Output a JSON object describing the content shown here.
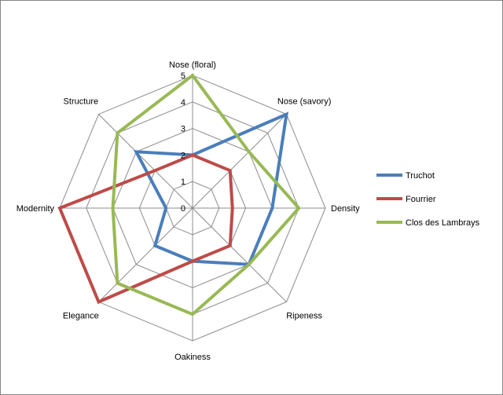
{
  "chart_data": {
    "type": "radar",
    "axes": [
      "Nose (floral)",
      "Nose (savory)",
      "Density",
      "Ripeness",
      "Oakiness",
      "Elegance",
      "Modernity",
      "Structure"
    ],
    "rlim": [
      0,
      5
    ],
    "ticks": [
      "0",
      "1",
      "2",
      "3",
      "4",
      "5"
    ],
    "grid": true,
    "legend_position": "right",
    "series": [
      {
        "name": "Truchot",
        "color": "#4A7EBB",
        "values": [
          2,
          5,
          3,
          3,
          2,
          2,
          1,
          3
        ]
      },
      {
        "name": "Fourrier",
        "color": "#BE4B48",
        "values": [
          2,
          2,
          1.5,
          2,
          2,
          5,
          5,
          2
        ]
      },
      {
        "name": "Clos des Lambrays",
        "color": "#98B954",
        "values": [
          5,
          3,
          4,
          3,
          4,
          4,
          3,
          4
        ]
      }
    ]
  }
}
